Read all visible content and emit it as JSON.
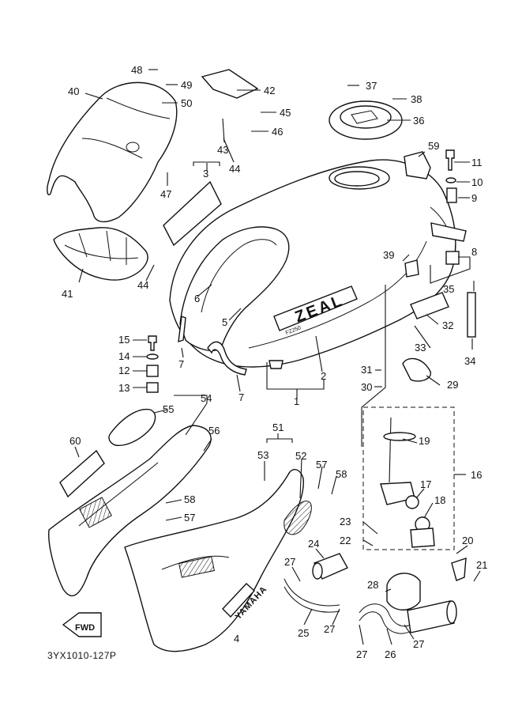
{
  "diagram": {
    "catalog_code": "3YX1010-127P",
    "fwd_label": "FWD",
    "tank_logo": "ZEAL",
    "tank_sub": "FZ250",
    "side_brand": "YAMAHA",
    "callouts": [
      "1",
      "2",
      "3",
      "4",
      "5",
      "6",
      "7",
      "7",
      "8",
      "9",
      "10",
      "11",
      "12",
      "13",
      "14",
      "15",
      "16",
      "17",
      "18",
      "19",
      "20",
      "21",
      "22",
      "23",
      "24",
      "25",
      "26",
      "27",
      "27",
      "27",
      "27",
      "28",
      "29",
      "30",
      "31",
      "32",
      "33",
      "34",
      "35",
      "36",
      "37",
      "38",
      "39",
      "40",
      "41",
      "42",
      "43",
      "44",
      "44",
      "45",
      "46",
      "47",
      "48",
      "49",
      "50",
      "51",
      "52",
      "53",
      "54",
      "55",
      "56",
      "57",
      "57",
      "58",
      "58",
      "59",
      "60"
    ]
  }
}
